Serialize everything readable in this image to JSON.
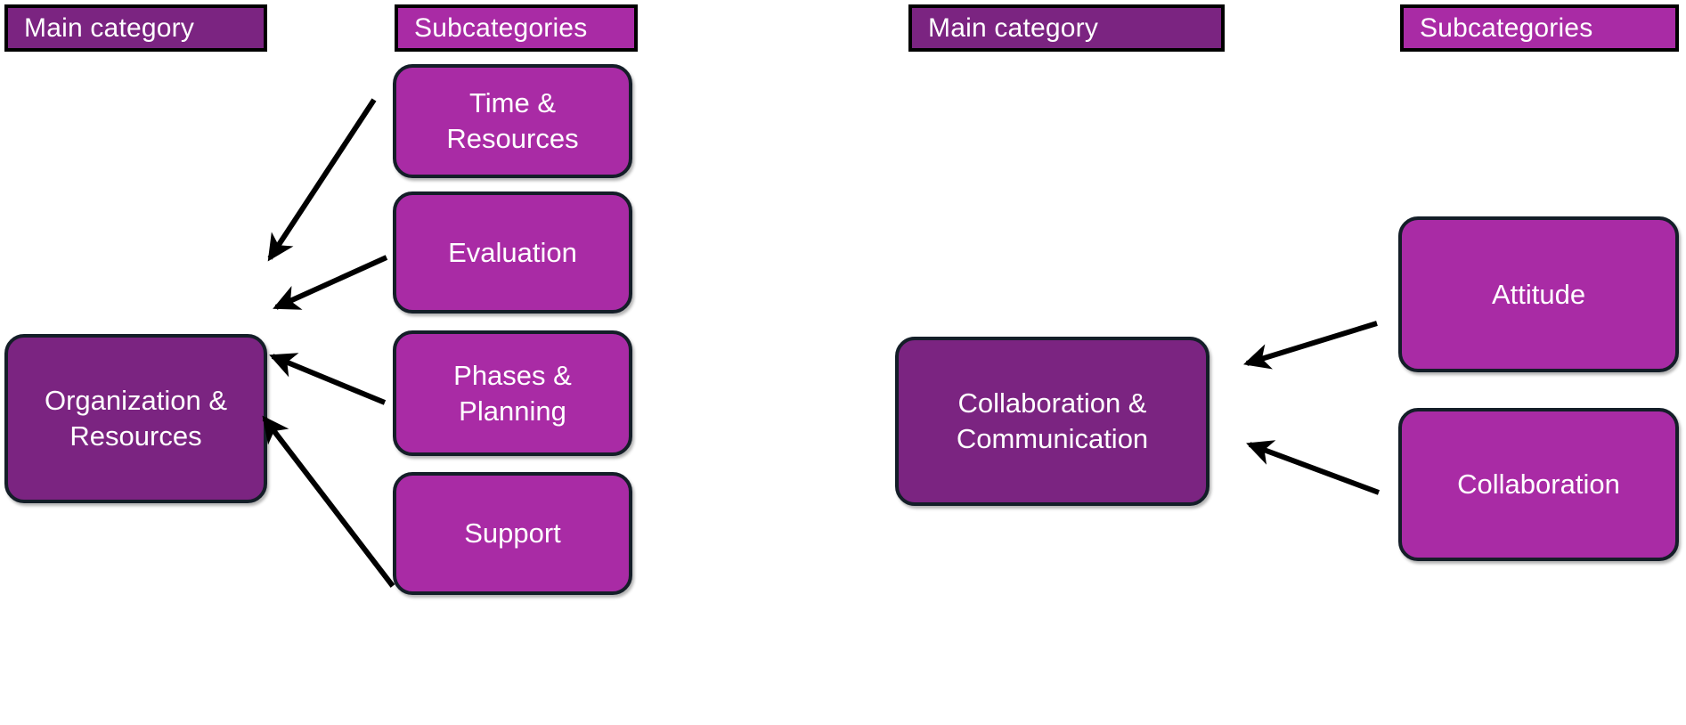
{
  "diagram": {
    "title": "Main categories and subcategories diagram",
    "background_color": "#ffffff",
    "colors": {
      "main_category_fill": "#7B2481",
      "subcategory_fill": "#A92BA5",
      "header_border": "#000000",
      "node_border": "#141E28",
      "arrow_color": "#000000",
      "text_color": "#ffffff"
    }
  },
  "groups": [
    {
      "id": "group-left",
      "headers": {
        "main": "Main category",
        "sub": "Subcategories"
      },
      "main_category": {
        "label": "Organization &\nResources"
      },
      "subcategories": [
        {
          "label": "Time &\nResources"
        },
        {
          "label": "Evaluation"
        },
        {
          "label": "Phases &\nPlanning"
        },
        {
          "label": "Support"
        }
      ]
    },
    {
      "id": "group-right",
      "headers": {
        "main": "Main category",
        "sub": "Subcategories"
      },
      "main_category": {
        "label": "Collaboration &\nCommunication"
      },
      "subcategories": [
        {
          "label": "Attitude"
        },
        {
          "label": "Collaboration"
        }
      ]
    }
  ]
}
